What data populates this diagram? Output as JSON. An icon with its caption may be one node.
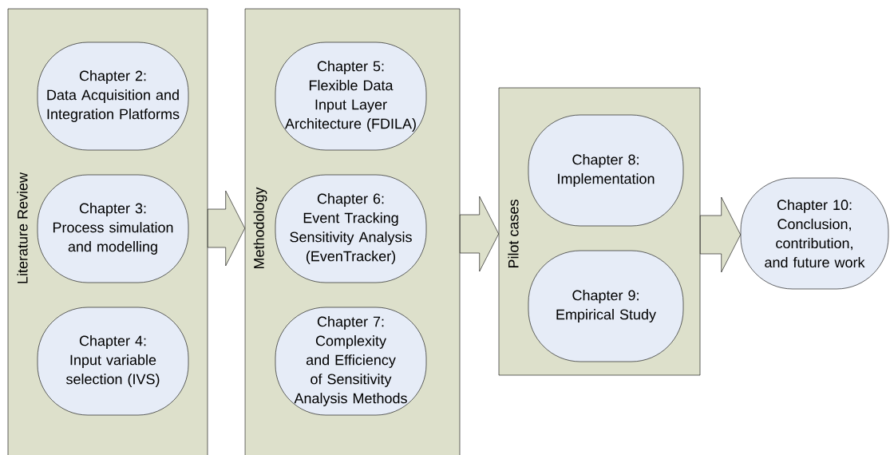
{
  "diagram": {
    "nodes": [
      {
        "text": [
          "Literature Review"
        ]
      },
      {
        "text": [
          "Chapter 2:",
          "Data Acquisition and Integration Platforms"
        ],
        "in": 0
      },
      {
        "text": [
          "Chapter 3:",
          "Process simulation and modelling"
        ],
        "in": 0
      },
      {
        "text": [
          "Chapter 4:",
          "Input variable selection (IVS)"
        ],
        "in": 0
      },
      {
        "text": [
          "Methodology"
        ]
      },
      {
        "text": [
          "Chapter 5:",
          "Flexible Data Input Layer Architecture (FDILA)"
        ],
        "in": 4
      },
      {
        "text": [
          "Chapter 6:",
          "Event Tracking Sensitivity Analysis (EvenTracker)"
        ],
        "in": 4
      },
      {
        "text": [
          "Chapter 7:",
          "Complexity and Efficiency of Sensitivity Analysis Methods"
        ],
        "in": 4
      },
      {
        "text": [
          "Pilot cases"
        ]
      },
      {
        "text": [
          "Chapter 8:",
          "Implementation"
        ],
        "in": 8
      },
      {
        "text": [
          "Chapter 9:",
          "Empirical Study"
        ],
        "in": 8
      },
      {
        "text": [
          "Chapter 10:",
          "Conclusion, contribution, and future work"
        ]
      }
    ],
    "edges": [
      {
        "from": 0,
        "to": 4,
        "arrow": "to"
      },
      {
        "from": 4,
        "to": 8,
        "arrow": "to"
      },
      {
        "from": 8,
        "to": 11,
        "arrow": "to"
      }
    ]
  }
}
